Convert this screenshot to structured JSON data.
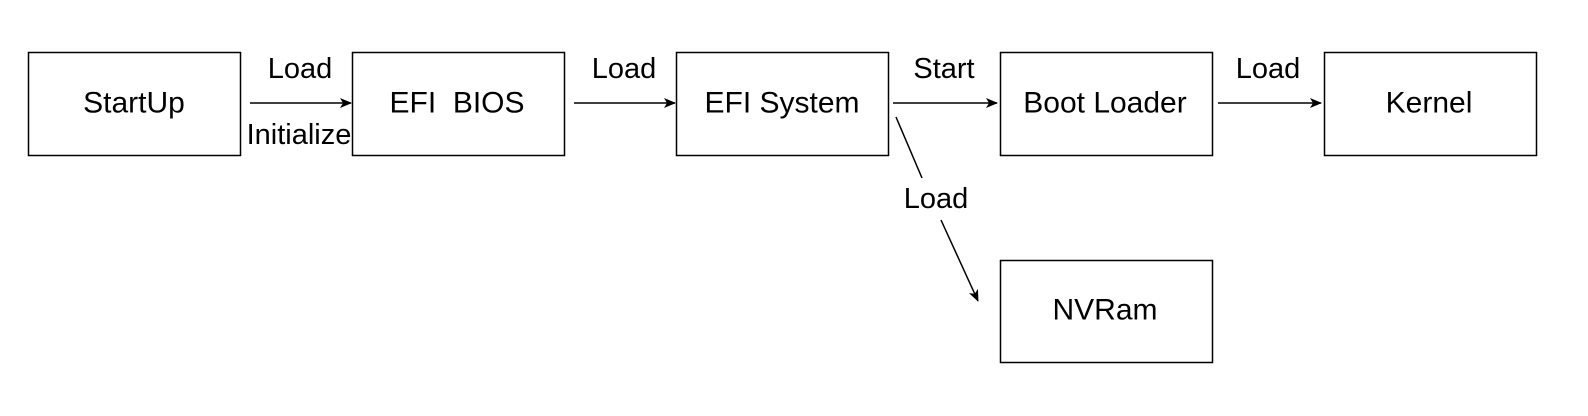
{
  "diagram": {
    "nodes": {
      "startup": "StartUp",
      "efi_bios": "EFI  BIOS",
      "efi_system": "EFI System",
      "boot_loader": "Boot Loader",
      "kernel": "Kernel",
      "nvram": "NVRam"
    },
    "edges": {
      "startup_to_bios_top": "Load",
      "startup_to_bios_bottom": "Initialize",
      "bios_to_system": "Load",
      "system_to_bootloader": "Start",
      "bootloader_to_kernel": "Load",
      "system_to_nvram": "Load"
    },
    "colors": {
      "stroke": "#000000",
      "fill": "#ffffff"
    }
  }
}
